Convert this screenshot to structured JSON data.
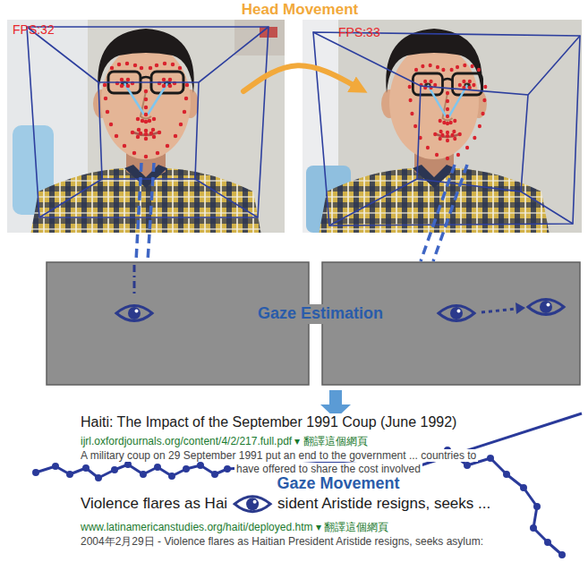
{
  "diagram": {
    "title": "Head Movement",
    "nodes": [
      {
        "text": [
          "FPS:32"
        ]
      },
      {
        "text": [
          "FPS:33"
        ]
      }
    ],
    "edges": [
      {
        "from": 0,
        "to": 1,
        "arrow": "to"
      }
    ],
    "labels": [
      "Gaze Estimation",
      "Haiti: The Impact of the September 1991 Coup (June 1992)",
      "ijrl.oxfordjournals.org/content/4/2/217.full.pdf ▾ 翻譯這個網頁",
      "A military coup on 29 September 1991 put an end to the government ... countries to",
      "have offered to share the cost involved",
      "Gaze Movement",
      "Violence flares as Hai",
      "sident Aristide resigns, seeks ...",
      "www.latinamericanstudies.org/haiti/deployed.htm ▾ 翻譯這個網頁",
      "2004年2月29日 - Violence flares as Haitian President Aristide resigns, seeks asylum:"
    ]
  }
}
